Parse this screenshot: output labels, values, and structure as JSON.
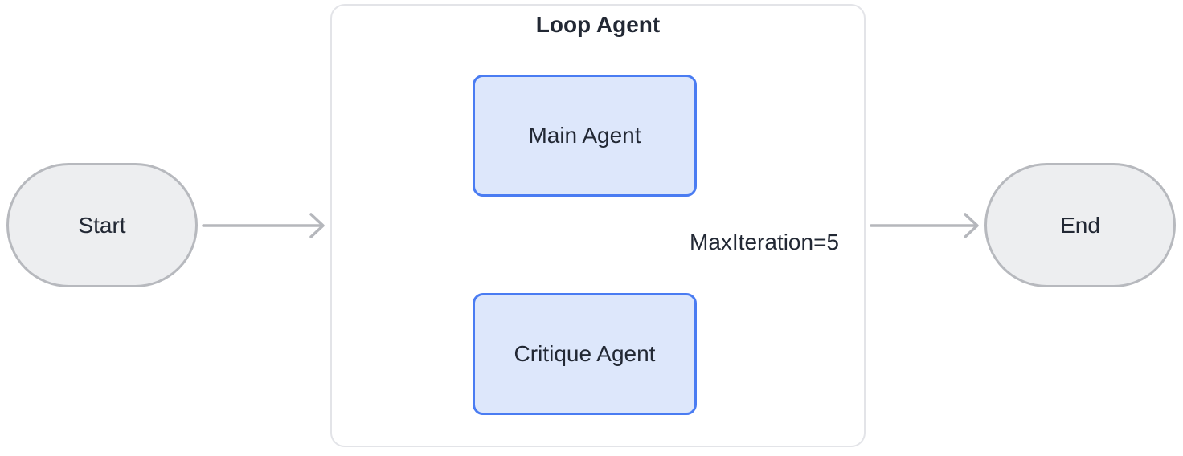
{
  "diagram": {
    "title": "Loop Agent",
    "nodes": {
      "start": {
        "label": "Start",
        "shape": "pill"
      },
      "main_agent": {
        "label": "Main Agent",
        "shape": "rounded-rect"
      },
      "critique_agent": {
        "label": "Critique Agent",
        "shape": "rounded-rect"
      },
      "end": {
        "label": "End",
        "shape": "pill"
      }
    },
    "edges": {
      "start_to_loop": {
        "from": "start",
        "to": "loop_agent_container",
        "label": ""
      },
      "main_to_critique": {
        "from": "main_agent",
        "to": "critique_agent",
        "label": ""
      },
      "critique_to_main_loop": {
        "from": "critique_agent",
        "to": "main_agent",
        "label": "MaxIteration=5"
      },
      "loop_to_end": {
        "from": "loop_agent_container",
        "to": "end",
        "label": ""
      }
    },
    "colors": {
      "agent_fill": "#dde7fb",
      "agent_border": "#4a7cf2",
      "terminal_fill": "#edeef0",
      "terminal_border": "#b7b9be",
      "connector": "#b5b7bc",
      "container_border": "#e3e4e8",
      "text": "#222834"
    }
  }
}
